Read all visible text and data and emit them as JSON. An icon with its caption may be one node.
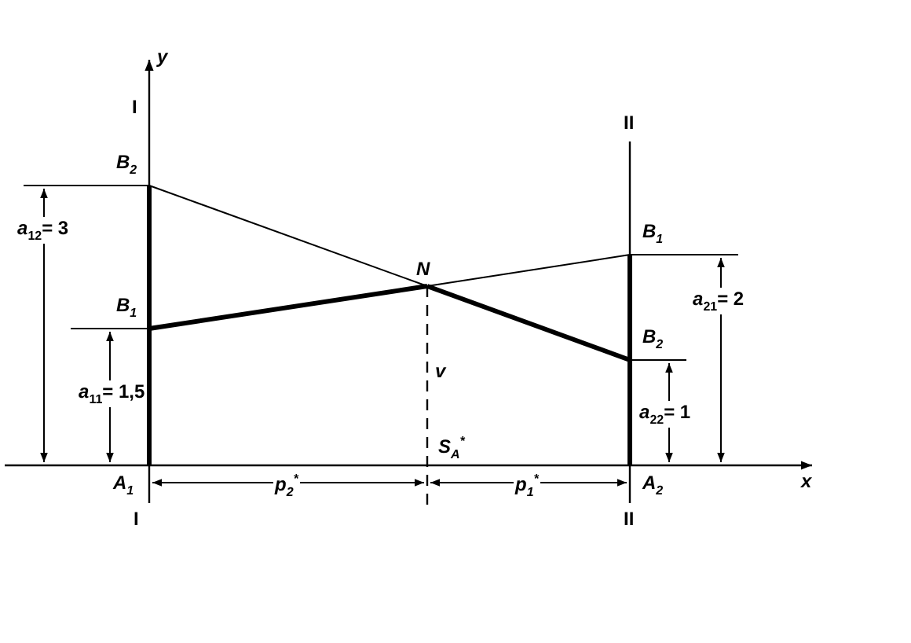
{
  "diagram": {
    "labels": [
      "y",
      "I",
      "II",
      "B$_{2}$",
      "*a*$_{12}$= 3",
      "N",
      "B$_{1}$",
      "B$_{1}$",
      "*a*$_{21}$= 2",
      "B$_{2}$",
      "v",
      "*a*$_{11}$= 1,5",
      "*a*$_{22}$= 1",
      "S$_{A}$$^{*}$",
      "x",
      "A$_{1}$",
      "p$_{2}$$^{*}$",
      "p$_{1}$$^{*}$",
      "A$_{2}$",
      "I",
      "II"
    ]
  }
}
